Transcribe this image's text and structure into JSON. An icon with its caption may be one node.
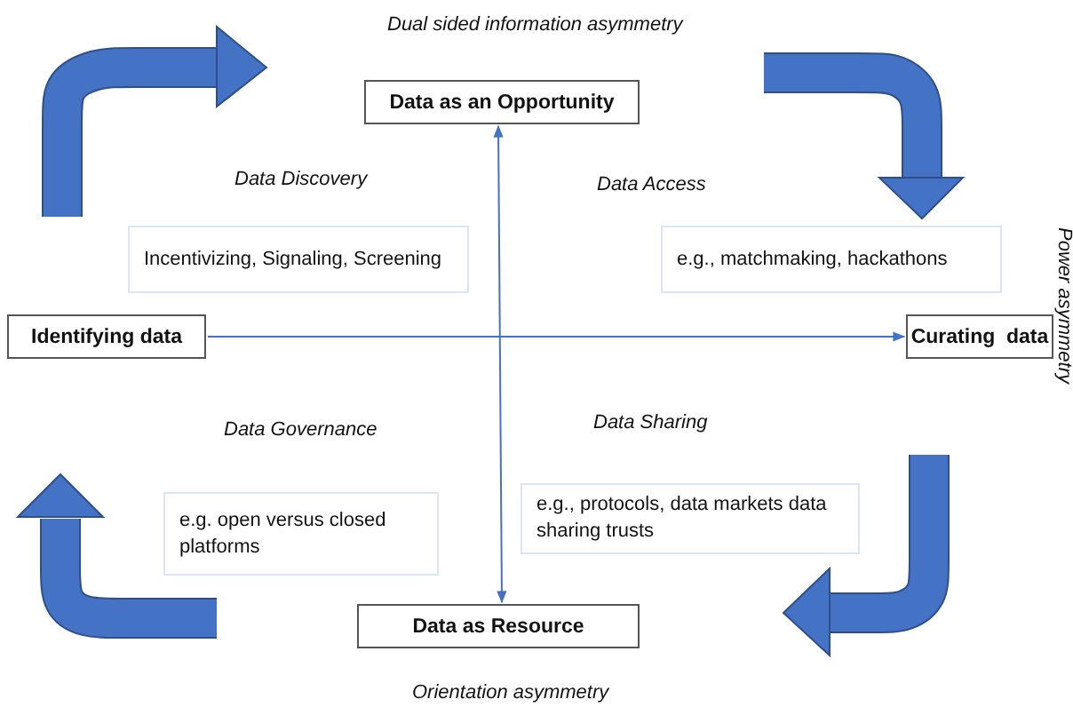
{
  "diagram": {
    "nodes": [
      {
        "text": [
          "Data as an Opportunity"
        ]
      },
      {
        "text": [
          "Identifying data"
        ]
      },
      {
        "text": [
          "Curating  data"
        ]
      },
      {
        "text": [
          "Data as Resource"
        ]
      },
      {
        "text": [
          "Incentivizing, Signaling, Screening"
        ]
      },
      {
        "text": [
          "e.g., matchmaking, hackathons"
        ]
      },
      {
        "text": [
          "e.g. open versus closed platforms"
        ]
      },
      {
        "text": [
          "e.g., protocols, data markets data sharing trusts"
        ]
      }
    ],
    "edges": [
      {
        "from": 3,
        "to": 0,
        "arrow": "both"
      },
      {
        "from": 1,
        "to": 2,
        "arrow": "to"
      }
    ],
    "labels": [
      "Dual sided information asymmetry",
      "Data Discovery",
      "Data Access",
      "Power asymmetry",
      "Data Governance",
      "Data Sharing",
      "Orientation asymmetry"
    ]
  }
}
